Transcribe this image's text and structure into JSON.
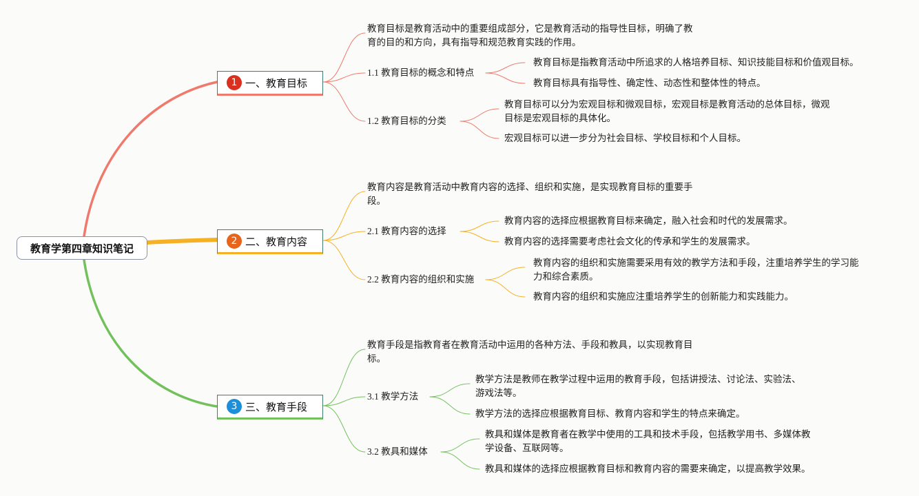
{
  "root": {
    "label": "教育学第四章知识笔记"
  },
  "branches": [
    {
      "number": "1",
      "label": "一、教育目标",
      "color": "#ef7a6c",
      "badge_color": "#d9301f",
      "intro": [
        "教育目标是教育活动中的重要组成部分，它是教育活动的指导性目标，明确了教",
        "育的目的和方向，具有指导和规范教育实践的作用。"
      ],
      "subs": [
        {
          "label": "1.1 教育目标的概念和特点",
          "points": [
            [
              "教育目标是指教育活动中所追求的人格培养目标、知识技能目标和价值观目标。"
            ],
            [
              "教育目标具有指导性、确定性、动态性和整体性的特点。"
            ]
          ]
        },
        {
          "label": "1.2 教育目标的分类",
          "points": [
            [
              "教育目标可以分为宏观目标和微观目标，宏观目标是教育活动的总体目标，微观",
              "目标是宏观目标的具体化。"
            ],
            [
              "宏观目标可以进一步分为社会目标、学校目标和个人目标。"
            ]
          ]
        }
      ]
    },
    {
      "number": "2",
      "label": "二、教育内容",
      "color": "#f5b123",
      "badge_color": "#e8641a",
      "intro": [
        "教育内容是教育活动中教育内容的选择、组织和实施，是实现教育目标的重要手",
        "段。"
      ],
      "subs": [
        {
          "label": "2.1 教育内容的选择",
          "points": [
            [
              "教育内容的选择应根据教育目标来确定，融入社会和时代的发展需求。"
            ],
            [
              "教育内容的选择需要考虑社会文化的传承和学生的发展需求。"
            ]
          ]
        },
        {
          "label": "2.2 教育内容的组织和实施",
          "points": [
            [
              "教育内容的组织和实施需要采用有效的教学方法和手段，注重培养学生的学习能",
              "力和综合素质。"
            ],
            [
              "教育内容的组织和实施应注重培养学生的创新能力和实践能力。"
            ]
          ]
        }
      ]
    },
    {
      "number": "3",
      "label": "三、教育手段",
      "color": "#72c15d",
      "badge_color": "#1d8fd8",
      "intro": [
        "教育手段是指教育者在教育活动中运用的各种方法、手段和教具，以实现教育目",
        "标。"
      ],
      "subs": [
        {
          "label": "3.1 教学方法",
          "points": [
            [
              "教学方法是教师在教学过程中运用的教育手段，包括讲授法、讨论法、实验法、",
              "游戏法等。"
            ],
            [
              "教学方法的选择应根据教育目标、教育内容和学生的特点来确定。"
            ]
          ]
        },
        {
          "label": "3.2 教具和媒体",
          "points": [
            [
              "教具和媒体是教育者在教学中使用的工具和技术手段，包括教学用书、多媒体教",
              "学设备、互联网等。"
            ],
            [
              "教具和媒体的选择应根据教育目标和教育内容的需要来确定，以提高教学效果。"
            ]
          ]
        }
      ]
    }
  ]
}
